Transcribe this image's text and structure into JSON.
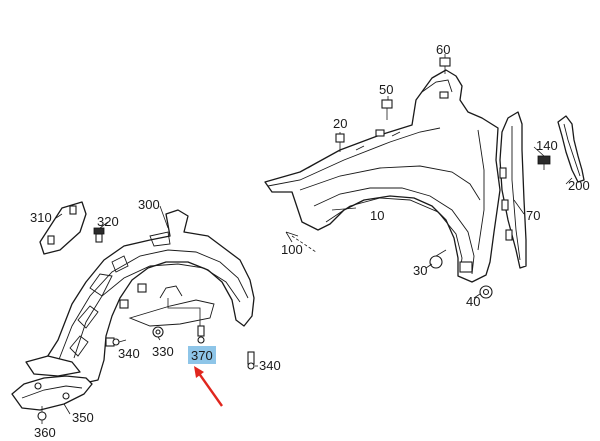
{
  "callouts": {
    "c10": "10",
    "c20": "20",
    "c30": "30",
    "c40": "40",
    "c50": "50",
    "c60": "60",
    "c70": "70",
    "c100": "100",
    "c140": "140",
    "c200": "200",
    "c300": "300",
    "c310": "310",
    "c320": "320",
    "c330": "330",
    "c340a": "340",
    "c340b": "340",
    "c350": "350",
    "c360": "360",
    "c370": "370"
  },
  "colors": {
    "highlight": "#8ec5e8",
    "arrow": "#e0261e",
    "line": "#1a1a1a"
  }
}
